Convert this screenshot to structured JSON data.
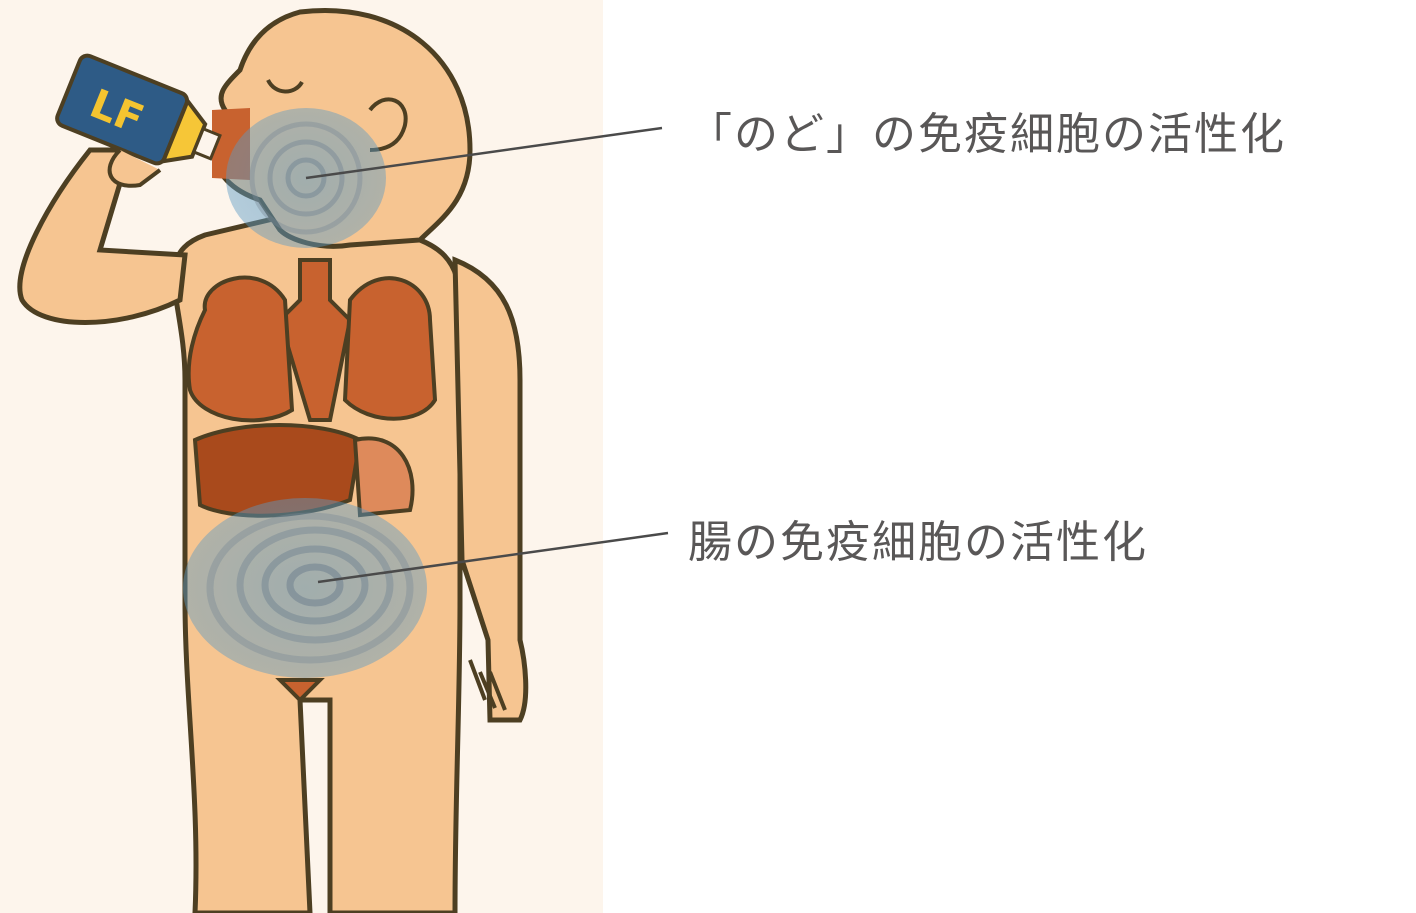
{
  "figure": {
    "bottle_label": "LF",
    "colors": {
      "background_panel": "#fdf5ec",
      "skin": "#f6c591",
      "outline": "#4d3f22",
      "organ_lung": "#c8622f",
      "organ_liver": "#a94a1c",
      "organ_stomach": "#de8a5b",
      "bottle_body": "#2e5b86",
      "bottle_label_text": "#f4c430",
      "bottle_cap": "#f6c637",
      "highlight": "#5b9ac4",
      "label_text": "#595757"
    }
  },
  "callouts": [
    {
      "id": "throat",
      "text": "「のど」の免疫細胞の活性化"
    },
    {
      "id": "gut",
      "text": "腸の免疫細胞の活性化"
    }
  ]
}
